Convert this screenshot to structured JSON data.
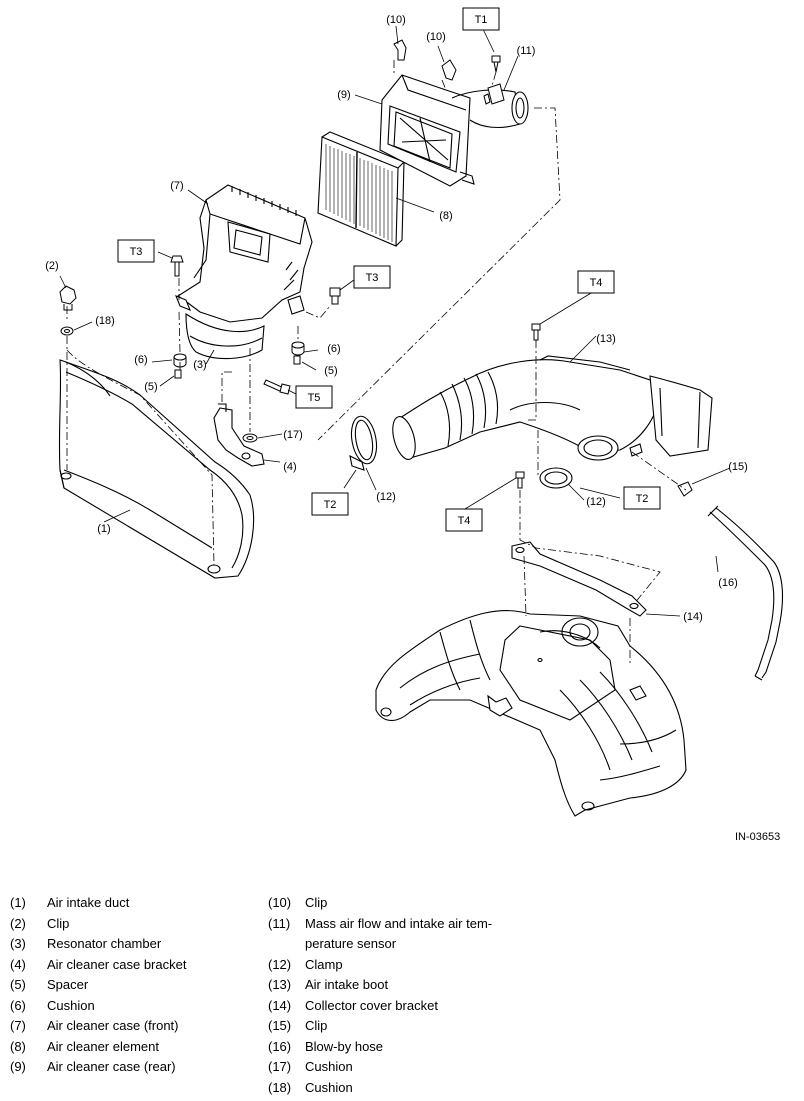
{
  "figure_id": "IN-03653",
  "callouts": [
    "(1)",
    "(2)",
    "(3)",
    "(4)",
    "(5)",
    "(6)",
    "(7)",
    "(8)",
    "(9)",
    "(10)",
    "(11)",
    "(12)",
    "(13)",
    "(14)",
    "(15)",
    "(16)",
    "(17)",
    "(18)"
  ],
  "torque_labels": [
    "T1",
    "T2",
    "T3",
    "T4",
    "T5"
  ],
  "legend": {
    "left": [
      {
        "num": "(1)",
        "label": "Air intake duct"
      },
      {
        "num": "(2)",
        "label": "Clip"
      },
      {
        "num": "(3)",
        "label": "Resonator chamber"
      },
      {
        "num": "(4)",
        "label": "Air cleaner case bracket"
      },
      {
        "num": "(5)",
        "label": "Spacer"
      },
      {
        "num": "(6)",
        "label": "Cushion"
      },
      {
        "num": "(7)",
        "label": "Air cleaner case (front)"
      },
      {
        "num": "(8)",
        "label": "Air cleaner element"
      },
      {
        "num": "(9)",
        "label": "Air cleaner case (rear)"
      }
    ],
    "right": [
      {
        "num": "(10)",
        "label": "Clip"
      },
      {
        "num": "(11)",
        "label": "Mass air flow and intake air tem-perature sensor"
      },
      {
        "num": "(12)",
        "label": "Clamp"
      },
      {
        "num": "(13)",
        "label": "Air intake boot"
      },
      {
        "num": "(14)",
        "label": "Collector cover bracket"
      },
      {
        "num": "(15)",
        "label": "Clip"
      },
      {
        "num": "(16)",
        "label": "Blow-by hose"
      },
      {
        "num": "(17)",
        "label": "Cushion"
      },
      {
        "num": "(18)",
        "label": "Cushion"
      }
    ]
  }
}
